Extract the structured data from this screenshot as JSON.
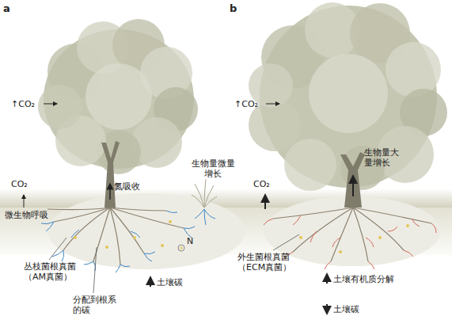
{
  "diagram": {
    "labels": [
      "a",
      "↑CO₂",
      "CO₂",
      "氮吸收",
      "生物量微量 增长",
      "微生物呼吸",
      "N",
      "丛枝菌根真菌 （AM真菌）",
      "分配到根系 的碳",
      "土壤碳",
      "b",
      "↑CO₂",
      "CO₂",
      "生物量大 量增长",
      "外生菌根真菌 （ECM真菌）",
      "土壤有机质分解",
      "土壤碳"
    ]
  }
}
